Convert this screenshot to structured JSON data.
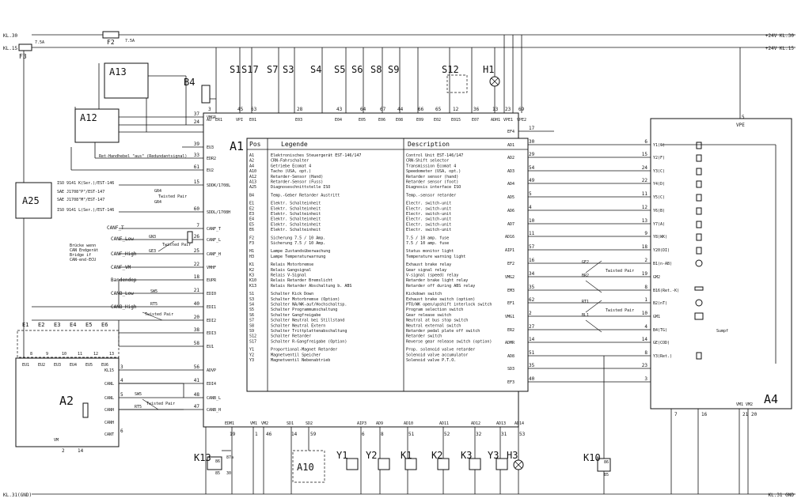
{
  "rails": {
    "kl30_left": "KL.30",
    "kl15_left": "KL.15",
    "kl30_right": "+24V KL.30",
    "kl15_right": "+24V KL.15",
    "gnd_left": "KL.31(GND)",
    "gnd_right": "KL.31 GND"
  },
  "fuses": {
    "f2_label": "F2",
    "f2_rating": "7.5A",
    "f3_label": "F3",
    "f3_rating": "7.5A"
  },
  "components": {
    "a1": "A1",
    "a2": "A2",
    "a4": "A4",
    "a10": "A10",
    "a12": "A12",
    "a13": "A13",
    "a25": "A25",
    "b4": "B4",
    "h1": "H1",
    "s12": "S12",
    "k13": "K13",
    "k10": "K10"
  },
  "top_switches": [
    "S1",
    "S17",
    "S7",
    "S3",
    "S4",
    "S5",
    "S6",
    "S8",
    "S9"
  ],
  "e_units": [
    "E1",
    "E2",
    "E3",
    "E4",
    "E5",
    "E6"
  ],
  "e_unit_pins": [
    "EU1",
    "EU2",
    "EU3",
    "EU4",
    "EU5",
    "EU6"
  ],
  "e_unit_nums": [
    "8",
    "9",
    "10",
    "11",
    "12",
    "13"
  ],
  "a1_top_pins": [
    {
      "name": "AU",
      "num": "3"
    },
    {
      "name": "ER1",
      "num": ""
    },
    {
      "name": "VPI",
      "num": "45"
    },
    {
      "name": "E01",
      "num": "63"
    },
    {
      "name": "E03",
      "num": "28"
    },
    {
      "name": "E04",
      "num": "43"
    },
    {
      "name": "E05",
      "num": "64"
    },
    {
      "name": "E06",
      "num": "67"
    },
    {
      "name": "E08",
      "num": "44"
    },
    {
      "name": "E09",
      "num": "66"
    },
    {
      "name": "E02",
      "num": "65"
    },
    {
      "name": "E015",
      "num": "12"
    },
    {
      "name": "E07",
      "num": "36"
    },
    {
      "name": "ADH1",
      "num": "13"
    },
    {
      "name": "VPE1",
      "num": "23"
    },
    {
      "name": "VPE2",
      "num": "69"
    }
  ],
  "a1_left_pins": [
    {
      "num": "37",
      "name": "VMGR"
    },
    {
      "num": "24",
      "name": ""
    },
    {
      "num": "39",
      "name": "EU3"
    },
    {
      "num": "33",
      "name": "EDR2"
    },
    {
      "num": "61",
      "name": "EU2"
    },
    {
      "num": "15",
      "name": "SDDK/1708L"
    },
    {
      "num": "60",
      "name": "SDDL/1708H"
    },
    {
      "num": "7",
      "name": "CANF_T"
    },
    {
      "num": "26",
      "name": "CANF_L"
    },
    {
      "num": "25",
      "name": "CANF_H"
    },
    {
      "num": "22",
      "name": "VMHF"
    },
    {
      "num": "18",
      "name": "EUPR"
    },
    {
      "num": "21",
      "name": "EDI0"
    },
    {
      "num": "40",
      "name": "EDI1"
    },
    {
      "num": "20",
      "name": "EDI2"
    },
    {
      "num": "38",
      "name": "EDI3"
    },
    {
      "num": "58",
      "name": "EU1"
    },
    {
      "num": "56",
      "name": "ADVP"
    },
    {
      "num": "41",
      "name": "EDI4"
    },
    {
      "num": "48",
      "name": "CANB_L"
    },
    {
      "num": "47",
      "name": "CANB_H"
    }
  ],
  "a1_right_pins": [
    {
      "name": "EF4",
      "num": "17"
    },
    {
      "name": "AD1",
      "num": "30"
    },
    {
      "name": "AD2",
      "num": "29"
    },
    {
      "name": "AD3",
      "num": "54"
    },
    {
      "name": "AD4",
      "num": "49"
    },
    {
      "name": "AD5",
      "num": "5"
    },
    {
      "name": "AD6",
      "num": "4"
    },
    {
      "name": "AD7",
      "num": "10"
    },
    {
      "name": "AD16",
      "num": "11"
    },
    {
      "name": "AIP1",
      "num": "57"
    },
    {
      "name": "EF2",
      "num": "16"
    },
    {
      "name": "VMG2",
      "num": "34"
    },
    {
      "name": "EM3",
      "num": "35"
    },
    {
      "name": "EF1",
      "num": "62"
    },
    {
      "name": "VMG1",
      "num": "2"
    },
    {
      "name": "ER2",
      "num": "27"
    },
    {
      "name": "ADMR",
      "num": "14"
    },
    {
      "name": "AD8",
      "num": "51"
    },
    {
      "name": "SD3",
      "num": "35"
    },
    {
      "name": "EF3",
      "num": "40"
    }
  ],
  "a1_bottom_pins": [
    {
      "name": "EDM1",
      "num": "19"
    },
    {
      "name": "VM1",
      "num": "1"
    },
    {
      "name": "VM2",
      "num": "46"
    },
    {
      "name": "SD1",
      "num": "14"
    },
    {
      "name": "SD2",
      "num": "59"
    },
    {
      "name": "AIP3",
      "num": "6"
    },
    {
      "name": "AD9",
      "num": "8"
    },
    {
      "name": "AD10",
      "num": "51"
    },
    {
      "name": "AD11",
      "num": "52"
    },
    {
      "name": "AD12",
      "num": "32"
    },
    {
      "name": "AD13",
      "num": "31"
    },
    {
      "name": "AD14",
      "num": "53"
    }
  ],
  "legend": {
    "h_pos": "Pos",
    "h_legende": "Legende",
    "h_description": "Description",
    "groups": [
      [
        {
          "pos": "A1",
          "de": "Elektronisches Steuergerät EST-146/147",
          "en": "Control Unit EST-146/147"
        },
        {
          "pos": "A2",
          "de": "CRN-Fahrschalter",
          "en": "CRN-Shift selector"
        },
        {
          "pos": "A4",
          "de": "Getriebe Ecomat 4",
          "en": "Transmission Ecomat 4"
        },
        {
          "pos": "A10",
          "de": "Tacho (USA, opt.)",
          "en": "Speedometer (USA, opt.)"
        },
        {
          "pos": "A12",
          "de": "Retarder-Sensor (Hand)",
          "en": "Retarder sensor (hand)"
        },
        {
          "pos": "A13",
          "de": "Retarder-Sensor (Fuss)",
          "en": "Retarder sensor (foot)"
        },
        {
          "pos": "A25",
          "de": "Diagnoseschnittstelle ISO",
          "en": "Diagnosis interface ISO"
        }
      ],
      [
        {
          "pos": "B4",
          "de": "Temp.-Geber Retarder Austritt",
          "en": "Temp.-sensor retarder"
        }
      ],
      [
        {
          "pos": "E1",
          "de": "Elektr. Schalteinheit",
          "en": "Electr. switch-unit"
        },
        {
          "pos": "E2",
          "de": "Elektr. Schalteinheit",
          "en": "Electr. switch-unit"
        },
        {
          "pos": "E3",
          "de": "Elektr. Schalteinheit",
          "en": "Electr. switch-unit"
        },
        {
          "pos": "E4",
          "de": "Elektr. Schalteinheit",
          "en": "Electr. switch-unit"
        },
        {
          "pos": "E5",
          "de": "Elektr. Schalteinheit",
          "en": "Electr. switch-unit"
        },
        {
          "pos": "E6",
          "de": "Elektr. Schalteinheit",
          "en": "Electr. switch-unit"
        }
      ],
      [
        {
          "pos": "F2",
          "de": "Sicherung 7.5 / 10 Amp.",
          "en": "7.5 / 10 amp. fuse"
        },
        {
          "pos": "F3",
          "de": "Sicherung 7.5 / 10 Amp.",
          "en": "7.5 / 10 amp. fuse"
        }
      ],
      [
        {
          "pos": "H1",
          "de": "Lampe Zustandsüberwachung",
          "en": "Status monitor light"
        },
        {
          "pos": "H3",
          "de": "Lampe Temperaturwarnung",
          "en": "Temperature warning light"
        }
      ],
      [
        {
          "pos": "K1",
          "de": "Relais Motorbremse",
          "en": "Exhaust brake relay"
        },
        {
          "pos": "K2",
          "de": "Relais Gangsignal",
          "en": "Gear signal relay"
        },
        {
          "pos": "K3",
          "de": "Relais V-Signal",
          "en": "V-signal (speed) relay"
        },
        {
          "pos": "K10",
          "de": "Relais Retarder Bremslicht",
          "en": "Retarder brake light relay"
        },
        {
          "pos": "K13",
          "de": "Relais Retarder Abschaltung b. ABS",
          "en": "Retarder off during ABS relay"
        }
      ],
      [
        {
          "pos": "S1",
          "de": "Schalter Kick Down",
          "en": "Kickdown switch"
        },
        {
          "pos": "S3",
          "de": "Schalter Motorbremse (Option)",
          "en": "Exhaust brake switch (option)"
        },
        {
          "pos": "S4",
          "de": "Schalter NA/WK-auf/Hochschaltsp.",
          "en": "PTO/WK open/upshift interlock switch"
        },
        {
          "pos": "S5",
          "de": "Schalter Programmumschaltung",
          "en": "Program selection switch"
        },
        {
          "pos": "S6",
          "de": "Schalter Gangfreigabe",
          "en": "Gear release switch"
        },
        {
          "pos": "S7",
          "de": "Schalter Neutral bei Stillstand",
          "en": "Neutral at bus stop switch"
        },
        {
          "pos": "S8",
          "de": "Schalter Neutral Extern",
          "en": "Neutral external switch"
        },
        {
          "pos": "S9",
          "de": "Schalter Trittplattenabschaltung",
          "en": "Retarder pedal plate off switch"
        },
        {
          "pos": "S12",
          "de": "Schalter Retarder",
          "en": "Retarder switch"
        },
        {
          "pos": "S17",
          "de": "Schalter R-Gangfreigabe (Option)",
          "en": "Reverse gear release switch (option)"
        }
      ],
      [
        {
          "pos": "Y1",
          "de": "Proportional-Magnet Retarder",
          "en": "Prop. solenoid valve retarder"
        },
        {
          "pos": "Y2",
          "de": "Magnetventil Speicher",
          "en": "Solenoid valve accumulator"
        },
        {
          "pos": "Y3",
          "de": "Magnetventil Nebenabtrieb",
          "en": "Solenoid valve P.T.O."
        }
      ]
    ]
  },
  "a4": {
    "vpe_label": "VPE",
    "vpe_num": "5",
    "pins": [
      {
        "num": "6",
        "name": "Y1(G)"
      },
      {
        "num": "15",
        "name": "Y2(F)"
      },
      {
        "num": "24",
        "name": "Y3(C)"
      },
      {
        "num": "22",
        "name": "Y4(D)"
      },
      {
        "num": "11",
        "name": "Y5(C)"
      },
      {
        "num": "12",
        "name": "Y6(B)"
      },
      {
        "num": "13",
        "name": "Y7(A)"
      },
      {
        "num": "9",
        "name": "Y8(WK)"
      },
      {
        "num": "18",
        "name": "Y20(DI)"
      },
      {
        "num": "2",
        "name": "B1(n-AB)"
      },
      {
        "num": "19",
        "name": "GM2"
      },
      {
        "num": "8",
        "name": "B16(Ret.-K)"
      },
      {
        "num": "1",
        "name": "B2(nT)"
      },
      {
        "num": "10",
        "name": "GM1"
      },
      {
        "num": "4",
        "name": "B4(TG)"
      },
      {
        "num": "14",
        "name": "GE(COD)"
      },
      {
        "num": "8",
        "name": "Y3(Ret.)"
      },
      {
        "num": "23",
        "name": ""
      },
      {
        "num": "3",
        "name": ""
      }
    ],
    "sumpf": "Sumpf",
    "vm1": "VM1",
    "vm2": "VM2",
    "bottom_nums": [
      "7",
      "16",
      "21",
      "20"
    ]
  },
  "a2": {
    "pins": [
      {
        "num": "3",
        "name": "KL15"
      },
      {
        "num": "4",
        "name": "CANL"
      },
      {
        "num": "5",
        "name": "CANL"
      },
      {
        "num": "",
        "name": "CANH"
      },
      {
        "num": "",
        "name": "CANH"
      },
      {
        "num": "6",
        "name": "CANT"
      }
    ],
    "vm": "VM",
    "vm_nums": [
      "2",
      "14"
    ],
    "eu_nums": [
      "8",
      "9",
      "10",
      "11",
      "12",
      "13"
    ]
  },
  "wires": {
    "ret_handhebel": "Ret-Handhebel \"aus\" (Redundantsignal)",
    "iso_9141_k": "ISO 9141 K(Ser.)/EST-146",
    "sae_j1708_plus": "SAE J1708\"P\"/EST-147",
    "sae_j1708_minus": "SAE J1708\"M\"/EST-147",
    "iso_9141_l": "ISO 9141 L(Ser.)/EST-146",
    "gr4": "GR4",
    "gr4b": "GR4",
    "twisted_pair": "Twisted Pair",
    "canf_t": "CANF_T",
    "canf_low": "CANF_Low",
    "canf_high": "CANF_High",
    "canf_vm": "CANF_VM",
    "gn3": "GN3",
    "ge3": "GE3",
    "twisted_pair_2": "Twisted Pair",
    "bruecke": [
      "Brücke wenn",
      "CAN Endgerät",
      "Bridge if",
      "CAN-end-ECU"
    ],
    "bandendep": "Bandendep",
    "canb_low": "CANB_Low",
    "canb_high": "CANB_High",
    "sw5": "SW5",
    "rt5": "RT5",
    "twisted_pair_3": "Twisted Pair",
    "sw5b": "SW5",
    "rt5b": "RT5",
    "twisted_pair_4": "Twisted Pair",
    "ge2": "GE2",
    "br2": "BR2",
    "twisted_pair_5": "Twisted Pair",
    "rt1": "RT1",
    "bl1": "BL1",
    "twisted_pair_6": "Twisted Pair"
  },
  "bottom_loads": [
    "Y1",
    "Y2",
    "K1",
    "K2",
    "K3",
    "Y3",
    "H3"
  ],
  "relay_pins": {
    "k13_86": "86",
    "k13_85": "85",
    "k13_87a": "87a",
    "k13_30": "30",
    "k10_86": "86",
    "k10_85": "85"
  }
}
